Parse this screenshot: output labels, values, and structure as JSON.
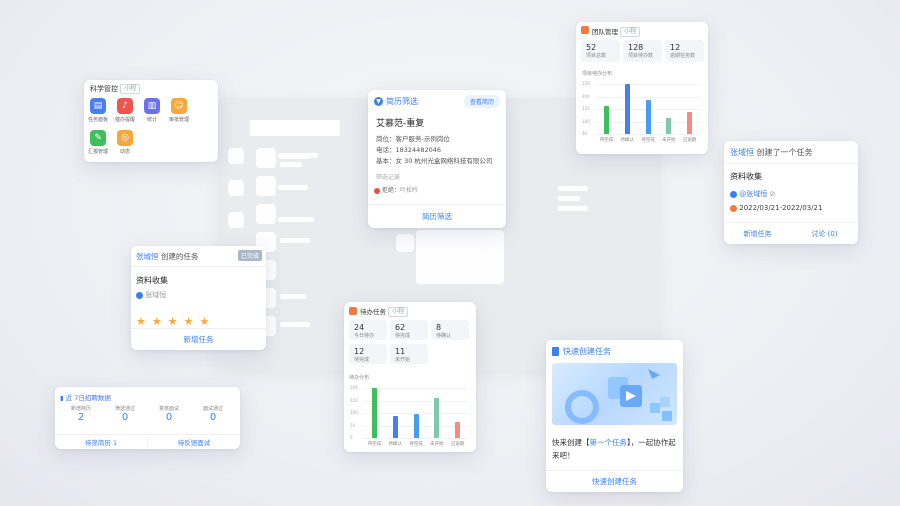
{
  "science_card": {
    "title": "科学管控",
    "badge": "小程",
    "items": [
      {
        "label": "任务面板",
        "icon": "task-board-icon",
        "color": "#4a7cf2"
      },
      {
        "label": "催办提醒",
        "icon": "bell-icon",
        "color": "#f0544f"
      },
      {
        "label": "统计",
        "icon": "chart-icon",
        "color": "#6c6ff2"
      },
      {
        "label": "审批管理",
        "icon": "person-icon",
        "color": "#f7a83b"
      },
      {
        "label": "汇报管理",
        "icon": "edit-icon",
        "color": "#3fbf5c"
      },
      {
        "label": "动态",
        "icon": "dynamic-icon",
        "color": "#f7a83b"
      }
    ]
  },
  "resume_card": {
    "title": "简历筛选",
    "action": "查看简历",
    "name": "艾慕范-重复",
    "position": "岗位：客户服务-示例岗位",
    "phone": "电话：18324482046",
    "basic": "基本：女 30 杭州光盒网络科技有限公司",
    "record_label": "筛选记录",
    "reject_label": "拒绝：",
    "reject_by": "叶松吟",
    "footer": "简历筛选"
  },
  "team_card": {
    "title": "团队管理",
    "badge": "小程",
    "stats": [
      {
        "num": "52",
        "label": "项目总数"
      },
      {
        "num": "128",
        "label": "项目待办数"
      },
      {
        "num": "12",
        "label": "逾期任务数"
      }
    ],
    "chart_title": "项目待办分布",
    "chart_data": {
      "type": "bar",
      "categories": [
        "待完成",
        "待确认",
        "待完成",
        "未开始",
        "已逾期"
      ],
      "values": [
        140,
        250,
        170,
        80,
        110
      ],
      "colors": [
        "#3fbf5c",
        "#4a7cf2",
        "#4a9cf2",
        "#7fc9b0",
        "#f28b82"
      ],
      "yticks": [
        "250",
        "200",
        "150",
        "100",
        "50"
      ],
      "ylim": [
        0,
        250
      ]
    }
  },
  "activity_card": {
    "user": "张域恒",
    "action": "创建了一个任务",
    "task": "资料收集",
    "assignee": "@张域恒",
    "date": "2022/03/21-2022/03/21",
    "btn_new": "新增任务",
    "btn_discuss": "讨论 (0)"
  },
  "created_card": {
    "user": "张域恒",
    "action": "创建的任务",
    "status": "已完成",
    "task": "资料收集",
    "assignee": "张域恒",
    "rating": 5,
    "footer": "新增任务"
  },
  "todo_card": {
    "title": "待办任务",
    "badge": "小程",
    "stats": [
      {
        "num": "24",
        "label": "今日待办"
      },
      {
        "num": "62",
        "label": "待完成"
      },
      {
        "num": "8",
        "label": "待确认"
      },
      {
        "num": "12",
        "label": "待完成"
      },
      {
        "num": "11",
        "label": "未开始"
      }
    ],
    "chart_title": "待办分布",
    "chart_data": {
      "type": "bar",
      "categories": [
        "待完成",
        "待确认",
        "待完成",
        "未开始",
        "已逾期"
      ],
      "values": [
        200,
        90,
        95,
        160,
        65
      ],
      "colors": [
        "#3fbf5c",
        "#4a7cf2",
        "#4a9cf2",
        "#7fc9b0",
        "#f28b82"
      ],
      "yticks": [
        "200",
        "150",
        "100",
        "50",
        "0"
      ],
      "ylim": [
        0,
        200
      ]
    }
  },
  "recruit_card": {
    "title": "近 7日招聘数据",
    "stats": [
      {
        "label": "新增简历",
        "num": "2"
      },
      {
        "label": "筛选通过",
        "num": "0"
      },
      {
        "label": "复核面试",
        "num": "0"
      },
      {
        "label": "面试通过",
        "num": "0"
      }
    ],
    "btn_left": "待筛简历 1",
    "btn_right": "待反馈面试"
  },
  "quick_card": {
    "title": "快速创建任务",
    "text_before": "快来创建【",
    "text_link": "第一个任务",
    "text_after": "】，一起协作起来吧！",
    "footer": "快速创建任务"
  }
}
